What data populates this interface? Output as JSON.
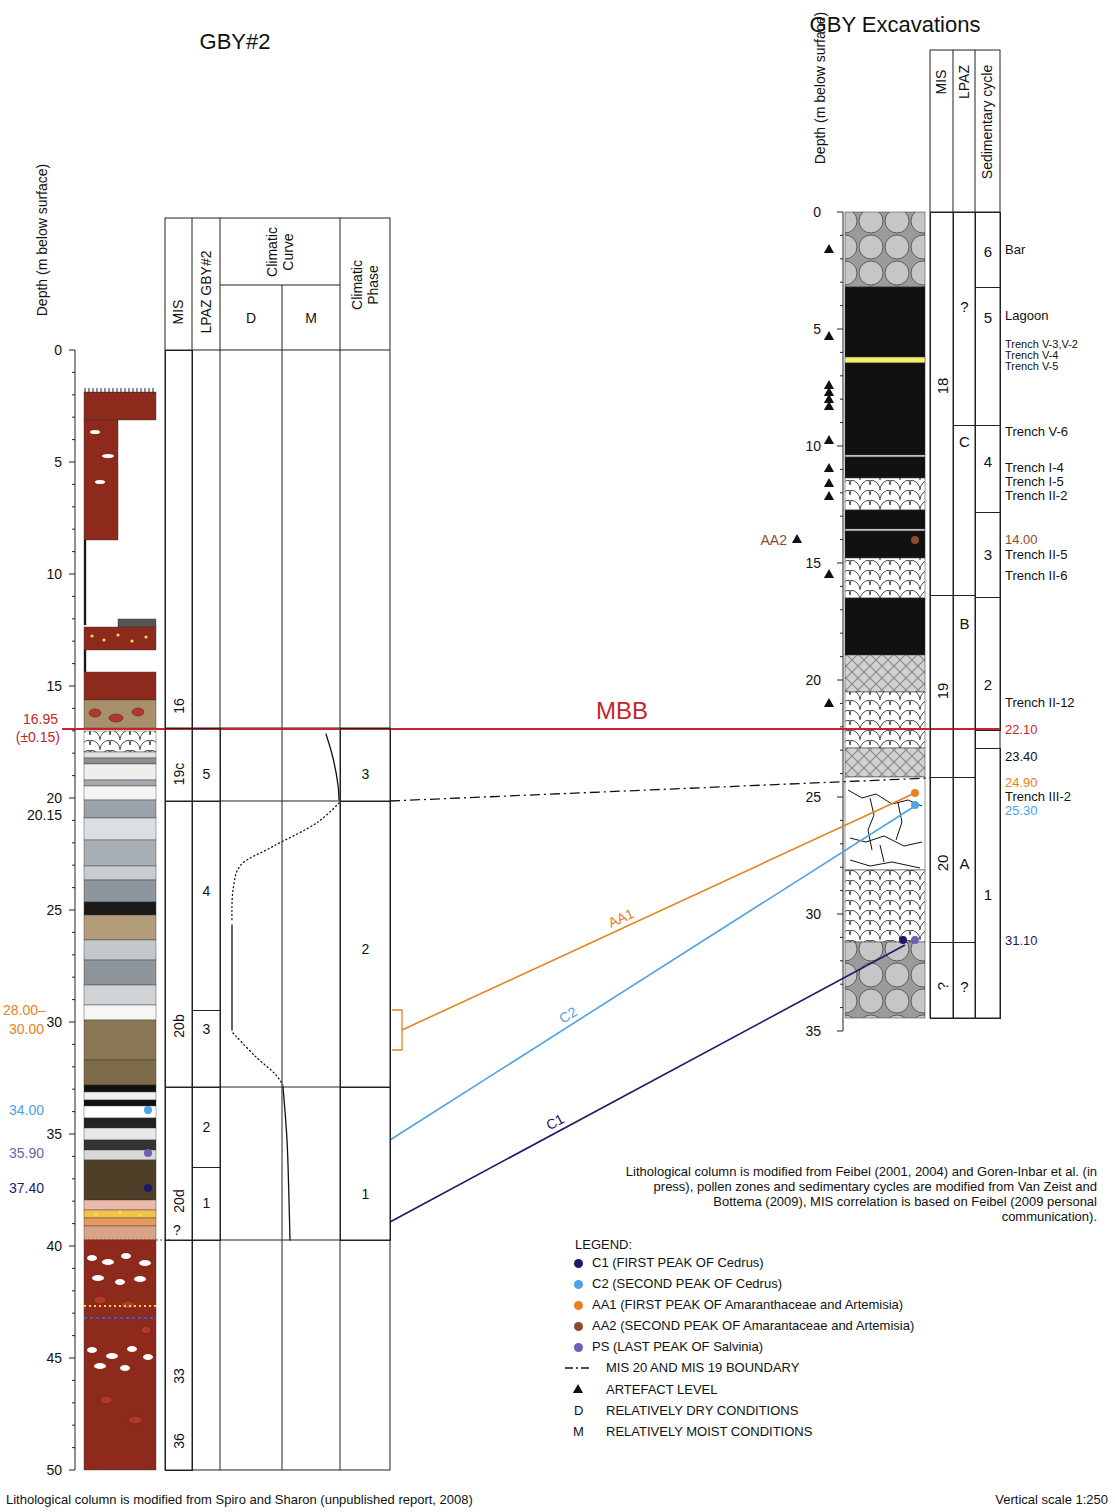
{
  "diagram": {
    "nodes": [
      {
        "text": [
          "16"
        ]
      },
      {
        "text": [
          "19c"
        ]
      },
      {
        "text": [
          "20b"
        ]
      },
      {
        "text": [
          "20d"
        ]
      },
      {
        "text": [
          "33",
          "36"
        ]
      },
      {
        "text": [
          "5"
        ]
      },
      {
        "text": [
          "4"
        ]
      },
      {
        "text": [
          "3"
        ]
      },
      {
        "text": [
          "2"
        ]
      },
      {
        "text": [
          "1"
        ]
      },
      {
        "text": [
          "3"
        ]
      },
      {
        "text": [
          "2"
        ]
      },
      {
        "text": [
          "1"
        ]
      },
      {
        "text": [
          "18"
        ]
      },
      {
        "text": [
          "19"
        ]
      },
      {
        "text": [
          "20"
        ]
      },
      {
        "text": [
          "?"
        ]
      },
      {
        "text": [
          "?"
        ]
      },
      {
        "text": [
          "C"
        ]
      },
      {
        "text": [
          "B"
        ]
      },
      {
        "text": [
          "A"
        ]
      },
      {
        "text": [
          "?"
        ]
      },
      {
        "text": [
          "6"
        ]
      },
      {
        "text": [
          "5"
        ]
      },
      {
        "text": [
          "4"
        ]
      },
      {
        "text": [
          "3"
        ]
      },
      {
        "text": [
          "2"
        ]
      },
      {
        "text": [
          "1"
        ]
      }
    ],
    "labels": [
      "GBY#2",
      "Depth (m below surface)",
      "MIS",
      "LPAZ GBY#2",
      "Climatic Curve",
      "D",
      "M",
      "Climatic Phase",
      "0",
      "5",
      "10",
      "15",
      "20",
      "25",
      "30",
      "35",
      "40",
      "45",
      "50",
      "16.95",
      "(±0.15)",
      "20.15",
      "28.00–",
      "30.00",
      "34.00",
      "35.90",
      "37.40",
      "?",
      "MBB",
      "AA1",
      "C2",
      "C1",
      "GBY Excavations",
      "Depth (m below surface)",
      "MIS",
      "LPAZ",
      "Sedimentary cycle",
      "0",
      "5",
      "10",
      "15",
      "20",
      "25",
      "30",
      "35",
      "AA2",
      "Bar",
      "Lagoon",
      "Trench V-3,V-2",
      "Trench V-4",
      "Trench V-5",
      "Trench V-6",
      "Trench I-4",
      "Trench I-5",
      "Trench II-2",
      "14.00",
      "Trench II-5",
      "Trench II-6",
      "Trench II-12",
      "22.10",
      "23.40",
      "24.90",
      "Trench III-2",
      "25.30",
      "31.10",
      "Lithological column is modified from Feibel (2001, 2004) and Goren-Inbar et al. (in press), pollen zones and sedimentary cycles are modified from Van Zeist and Bottema (2009), MIS correlation is based on Feibel (2009 personal communication).",
      "LEGEND:",
      "D",
      "M",
      "Lithological column is modified from Spiro and Sharon (unpublished report, 2008)",
      "Vertical scale 1:250"
    ],
    "legend": [
      {
        "text": "C1 (FIRST PEAK OF Cedrus)",
        "color": "#1c1a6b"
      },
      {
        "text": "C2 (SECOND PEAK OF Cedrus)",
        "color": "#4da3e6"
      },
      {
        "text": "AA1 (FIRST PEAK OF Amaranthaceae and Artemisia)",
        "color": "#e8821e"
      },
      {
        "text": "AA2 (SECOND PEAK OF Amarantaceae and Artemisia)",
        "color": "#8c4b2f"
      },
      {
        "text": "PS (LAST PEAK OF Salvinia)",
        "color": "#6c5fb5"
      },
      {
        "text": "MIS 20 AND MIS 19 BOUNDARY"
      },
      {
        "text": "ARTEFACT LEVEL"
      },
      {
        "text": "RELATIVELY DRY CONDITIONS"
      },
      {
        "text": "RELATIVELY MOIST CONDITIONS"
      }
    ]
  }
}
